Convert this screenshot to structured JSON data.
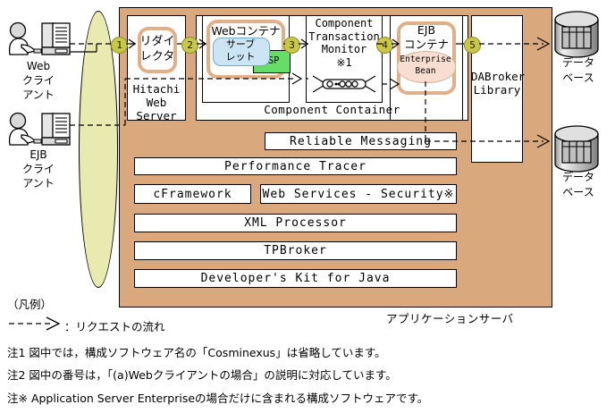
{
  "diagram": {
    "app_server_label": "アプリケーションサーバ",
    "clients": [
      {
        "name": "web-client",
        "label": "Web\nクライ\nアント",
        "icon": "person-computer-icon"
      },
      {
        "name": "ejb-client",
        "label": "EJB\nクライ\nアント",
        "icon": "person-computer-icon"
      }
    ],
    "network": {
      "name": "network-lens",
      "color": "#e8eaaf"
    },
    "steps": [
      "1",
      "2",
      "3",
      "4",
      "5"
    ],
    "hitachi_web_server": {
      "title": "Hitachi\nWeb\nServer",
      "inner": {
        "label": "リダイ\nレクタ",
        "name": "redirector"
      }
    },
    "component_container": {
      "title": "Component Container",
      "web_container": {
        "title": "Webコンテナ",
        "servlet": "サーブ\nレット",
        "jsp": "JSP"
      },
      "ctm": {
        "title": "Component\nTransaction\nMonitor\n※1",
        "icon": "transaction-chain-icon"
      },
      "ejb_container": {
        "title": "EJB\nコンテナ",
        "enterprise_bean": "Enterprise\nBean"
      }
    },
    "dabroker": {
      "title": "DABroker\nLibrary"
    },
    "databases": [
      {
        "label": "データ\nベース",
        "icon": "database-cylinder-icon"
      },
      {
        "label": "データ\nベース",
        "icon": "database-cylinder-icon"
      }
    ],
    "service_bars": [
      {
        "name": "reliable-messaging",
        "label": "Reliable Messaging"
      },
      {
        "name": "performance-tracer",
        "label": "Performance Tracer"
      },
      {
        "name": "cframework",
        "label": "cFramework"
      },
      {
        "name": "web-services-security",
        "label": "Web Services - Security※"
      },
      {
        "name": "xml-processor",
        "label": "XML Processor"
      },
      {
        "name": "tpbroker",
        "label": "TPBroker"
      },
      {
        "name": "developers-kit-for-java",
        "label": "Developer's Kit for Java"
      }
    ]
  },
  "legend": {
    "title": "（凡例）",
    "arrow_icon": "dashed-arrow-icon",
    "text": "：リクエストの流れ"
  },
  "notes": [
    "注1  図中では，構成ソフトウェア名の「Cosminexus」は省略しています。",
    "注2  図中の番号は，「(a)Webクライアントの場合」の説明に対応しています。",
    "注※  Application Server Enterpriseの場合だけに含まれる構成ソフトウェアです。"
  ],
  "colors": {
    "app_server_bg": "#d9a87c",
    "network": "#e8eaaf",
    "step_badge": "#c9c846",
    "servlet": "#cce5f5",
    "jsp": "#66dd66",
    "enterprise_bean": "#f8ded0",
    "shell_border": "#e0b188"
  }
}
